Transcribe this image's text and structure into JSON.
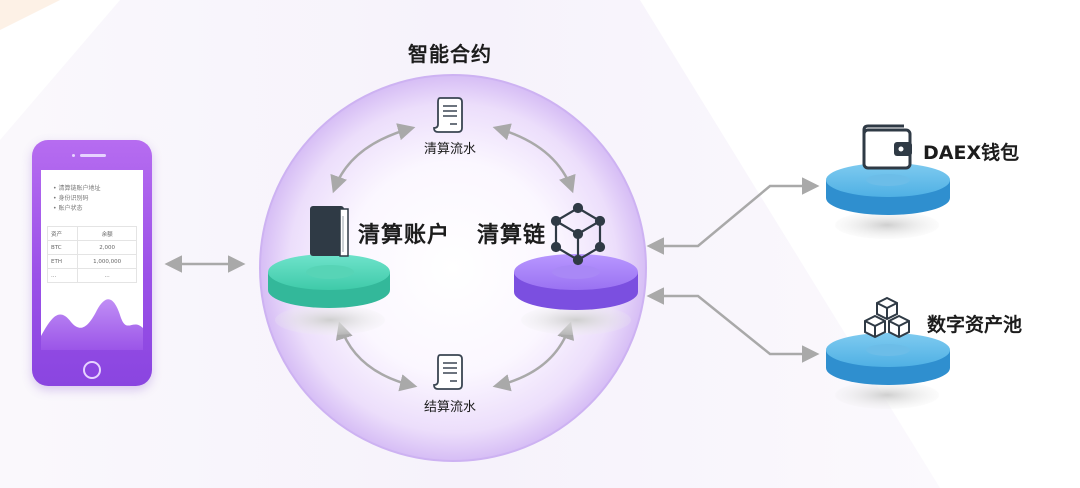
{
  "colors": {
    "contract_fill": "#e9dbfb",
    "contract_edge": "#c6a6f0",
    "settlement_account_disk": "#4fd3b8",
    "settlement_chain_disk": "#9a6ef0",
    "wallet_disk": "#4aa9e0",
    "asset_pool_disk": "#4aa9e0",
    "phone": "#9b51e8",
    "arrow": "#a9a9a9",
    "icon_dark": "#2f3a45"
  },
  "smart_contract": {
    "title": "智能合约"
  },
  "clearing_flow": {
    "label": "清算流水",
    "icon": "scroll-document-icon"
  },
  "settlement_flow": {
    "label": "结算流水",
    "icon": "scroll-document-icon"
  },
  "clearing_account": {
    "label": "清算账户",
    "icon": "book-icon"
  },
  "clearing_chain": {
    "label": "清算链",
    "icon": "cube-network-icon"
  },
  "wallet": {
    "label": "DAEX钱包",
    "icon": "wallet-icon"
  },
  "asset_pool": {
    "label": "数字资产池",
    "icon": "stacked-cubes-icon"
  },
  "phone": {
    "bullets": [
      "• 清算链账户地址",
      "• 身份识别码",
      "• 账户状态"
    ],
    "table_header": [
      "资产",
      "余额"
    ],
    "table_rows": [
      [
        "BTC",
        "2,000"
      ],
      [
        "ETH",
        "1,000,000"
      ],
      [
        "...",
        "..."
      ]
    ]
  }
}
